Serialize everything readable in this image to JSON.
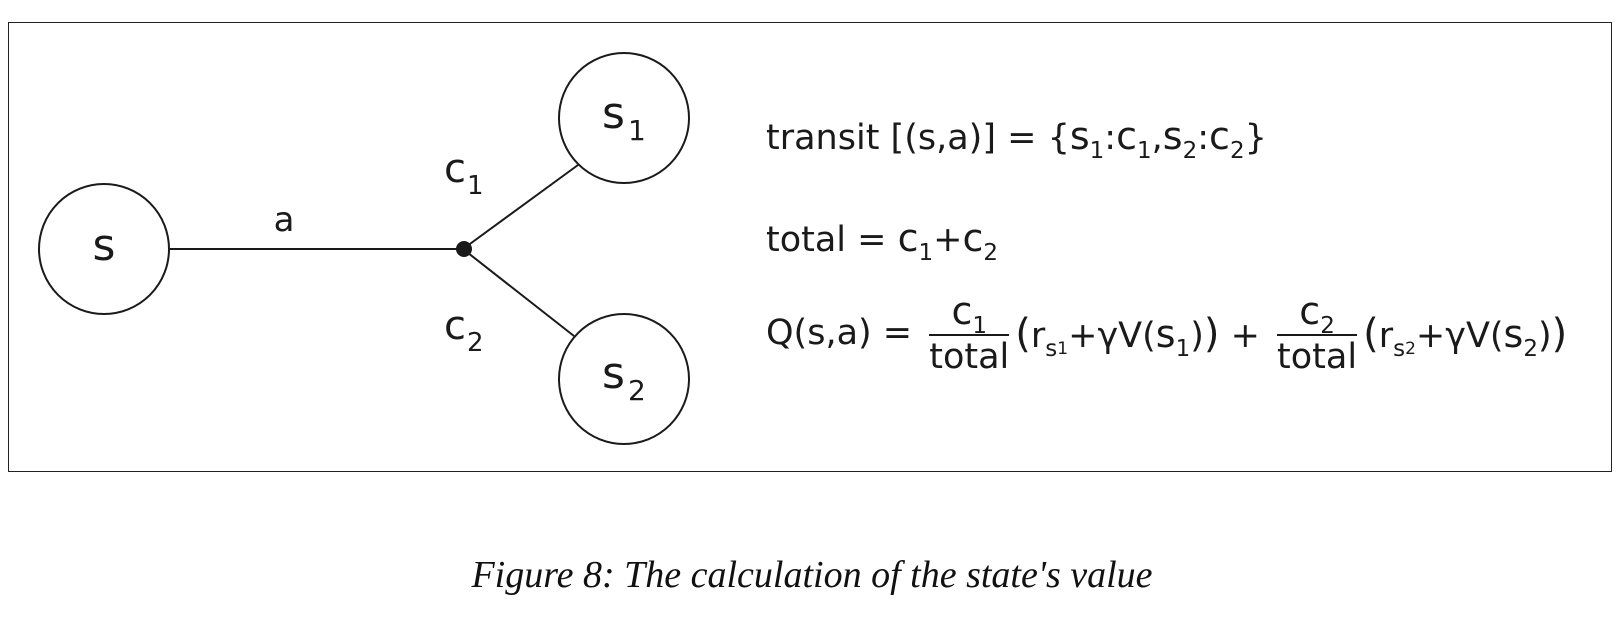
{
  "diagram": {
    "nodes": {
      "s": {
        "label": "s"
      },
      "s1": {
        "label": "s",
        "subscript": "1"
      },
      "s2": {
        "label": "s",
        "subscript": "2"
      }
    },
    "edges": {
      "action": {
        "label": "a"
      },
      "c1": {
        "label": "c",
        "subscript": "1"
      },
      "c2": {
        "label": "c",
        "subscript": "2"
      }
    }
  },
  "equations": {
    "transit": {
      "lhs": "transit [(s,a)] = ",
      "open": "{",
      "s": "s",
      "one": "1",
      "colon": ":",
      "c": "c",
      "comma": ",",
      "two": "2",
      "close": "}"
    },
    "total": {
      "lhs": "total = ",
      "c": "c",
      "one": "1",
      "plus": "+",
      "two": "2"
    },
    "q": {
      "lhs": "Q(s,a) = ",
      "c": "c",
      "one": "1",
      "two": "2",
      "den": "total",
      "open": "(",
      "close": ")",
      "r": "r",
      "s": "s",
      "plus": "+",
      "gamma_v": "γV(",
      "inner_close": ")",
      "between": " + "
    }
  },
  "caption": "Figure 8: The calculation of the state's value"
}
